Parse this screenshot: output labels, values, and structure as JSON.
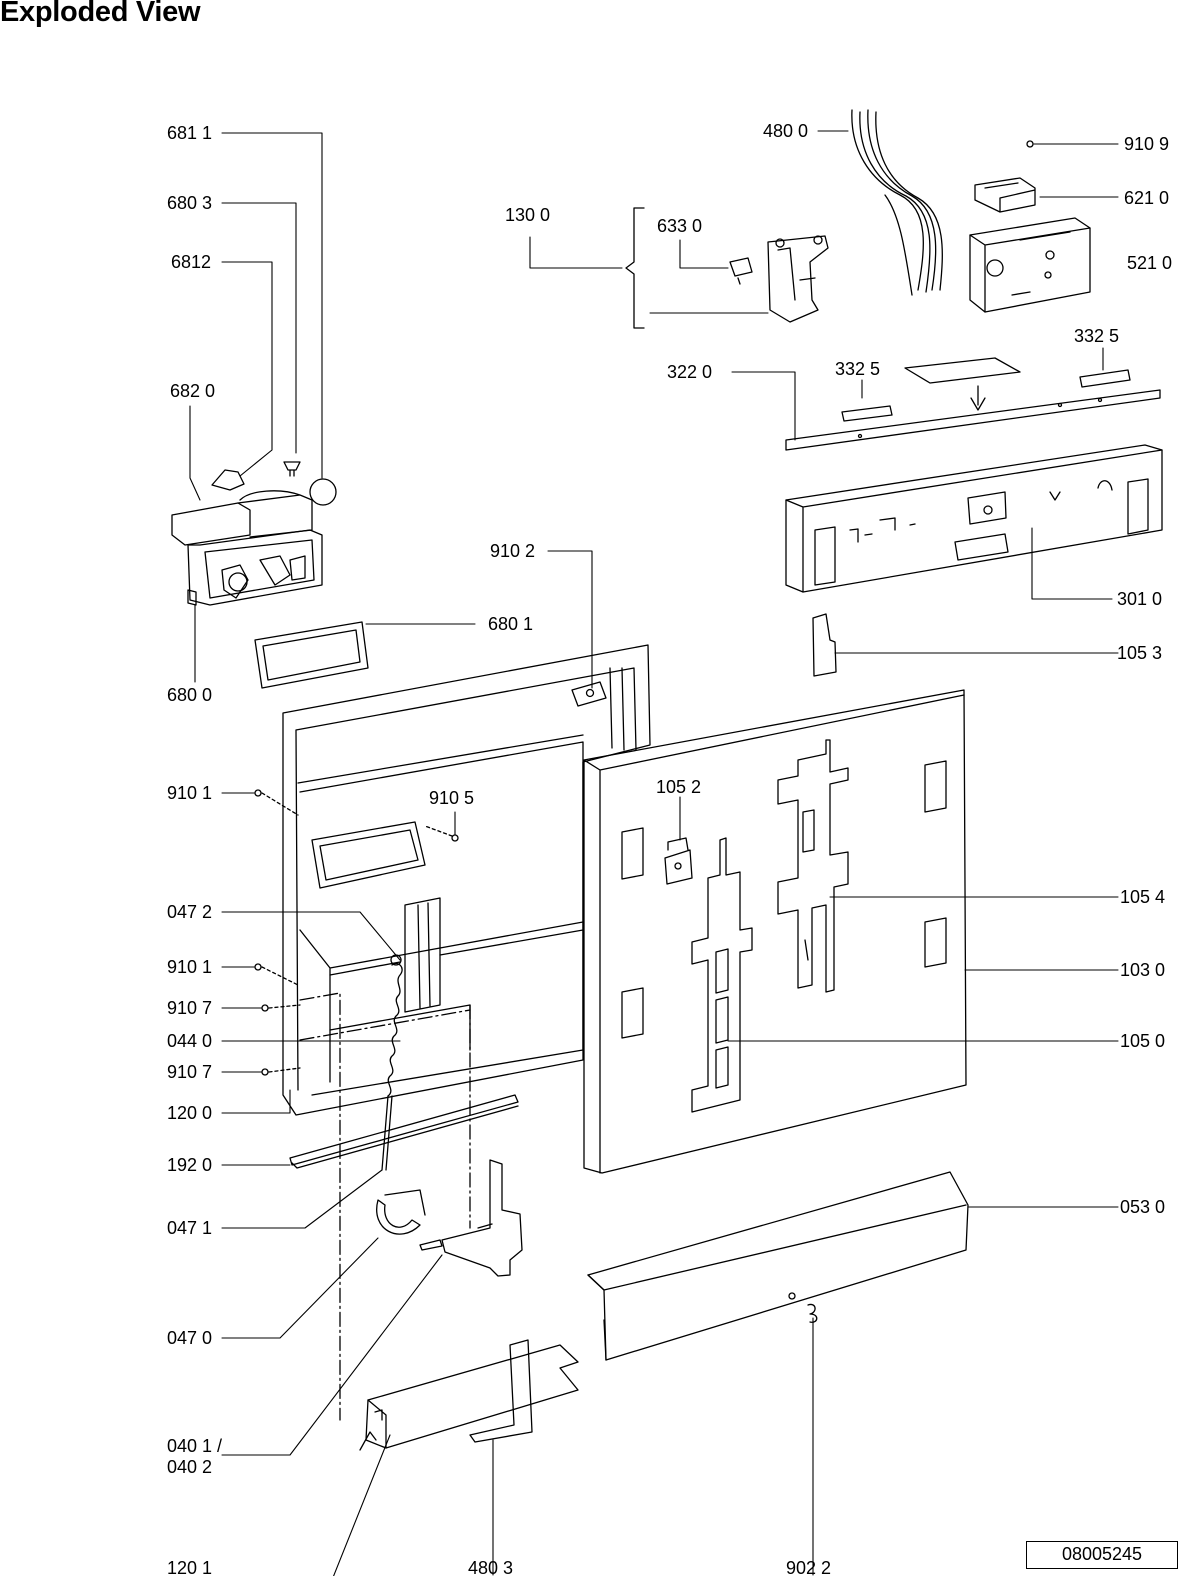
{
  "title": "Exploded View",
  "document_number": "08005245",
  "part_labels": {
    "p6811": "681 1",
    "p6803": "680 3",
    "p6812": "6812",
    "p6820": "682 0",
    "p6800": "680 0",
    "p6801": "680 1",
    "p9102": "910 2",
    "p9101a": "910 1",
    "p9105": "910 5",
    "p0472": "047 2",
    "p9101b": "910 1",
    "p9107a": "910 7",
    "p0440": "044 0",
    "p9107b": "910 7",
    "p1200": "120 0",
    "p1920": "192 0",
    "p0471": "047 1",
    "p0470": "047 0",
    "p0401": "040 1 /",
    "p0402": "040 2",
    "p1201": "120 1",
    "p4803": "480 3",
    "p9022": "902 2",
    "p4800": "480 0",
    "p9109": "910 9",
    "p6210": "621 0",
    "p5210": "521 0",
    "p1300": "130 0",
    "p6330": "633 0",
    "p3220": "322  0",
    "p3325a": "332  5",
    "p3325b": "332  5",
    "p3010": "301 0",
    "p1053": "105 3",
    "p1052": "105 2",
    "p1054": "105 4",
    "p1030": "103 0",
    "p1050": "105 0",
    "p0530": "053 0"
  }
}
